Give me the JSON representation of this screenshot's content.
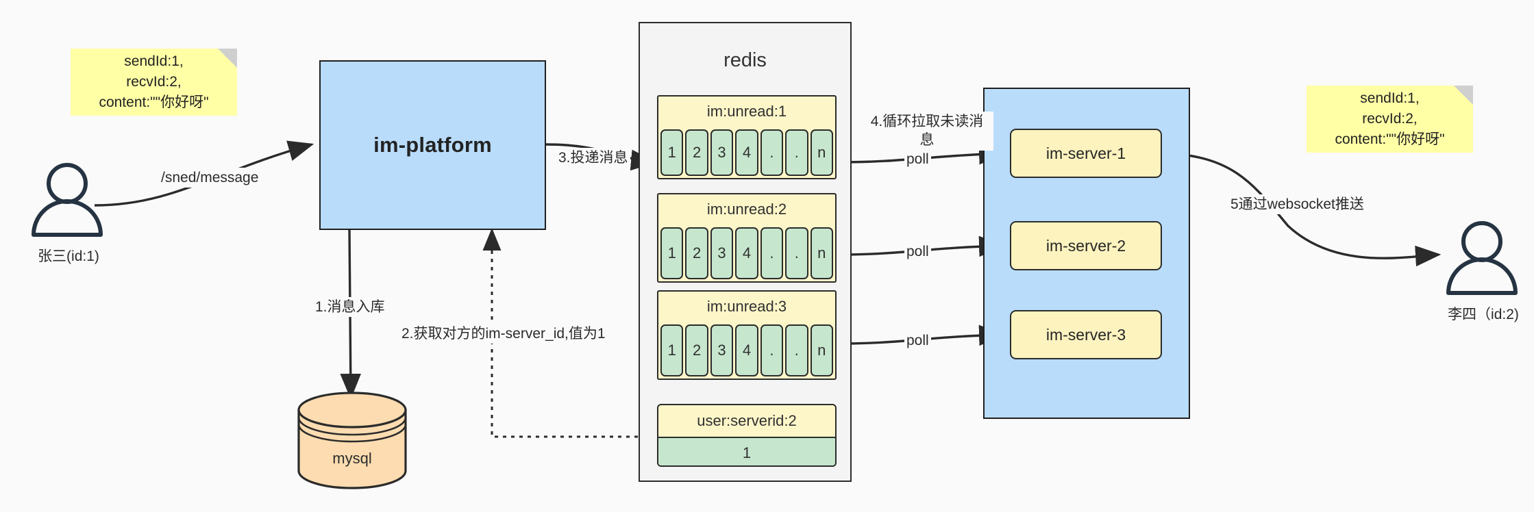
{
  "diagram": {
    "title": "IM message delivery architecture",
    "colors": {
      "note": "#ffffa6",
      "platform": "#b9dcfb",
      "redis_container": "#f4f4f4",
      "list_header": "#fdf6c9",
      "list_cell": "#c6e7ce",
      "server_chip": "#fdf3bf",
      "mysql": "#fcdcb0",
      "stroke": "#2b2b2b",
      "background": "#fafafa"
    }
  },
  "notes": {
    "left": "sendId:1,\nrecvId:2,\ncontent:\"\"你好呀\"",
    "right": "sendId:1,\nrecvId:2,\ncontent:\"\"你好呀\""
  },
  "actors": {
    "sender": {
      "label": "张三(id:1)",
      "icon": "person-icon"
    },
    "receiver": {
      "label": "李四（id:2)",
      "icon": "person-icon"
    }
  },
  "nodes": {
    "platform": {
      "label": "im-platform"
    },
    "mysql": {
      "label": "mysql",
      "icon": "database-cylinder-icon"
    },
    "redis": {
      "title": "redis"
    }
  },
  "redis_lists": [
    {
      "key": "im:unread:1",
      "cells": [
        "1",
        "2",
        "3",
        "4",
        ".",
        ".",
        "n"
      ]
    },
    {
      "key": "im:unread:2",
      "cells": [
        "1",
        "2",
        "3",
        "4",
        ".",
        ".",
        "n"
      ]
    },
    {
      "key": "im:unread:3",
      "cells": [
        "1",
        "2",
        "3",
        "4",
        ".",
        ".",
        "n"
      ]
    }
  ],
  "redis_kv": {
    "key": "user:serverid:2",
    "value": "1"
  },
  "servers": [
    {
      "label": "im-server-1"
    },
    {
      "label": "im-server-2"
    },
    {
      "label": "im-server-3"
    }
  ],
  "edges": {
    "send_message": "/sned/message",
    "step1": "1.消息入库",
    "step2": "2.获取对方的im-server_id,值为1",
    "step3": "3.投递消息",
    "step4": "4.循环拉取未读消\n息",
    "step5": "5通过websocket推送",
    "poll1": "poll",
    "poll2": "poll",
    "poll3": "poll"
  }
}
